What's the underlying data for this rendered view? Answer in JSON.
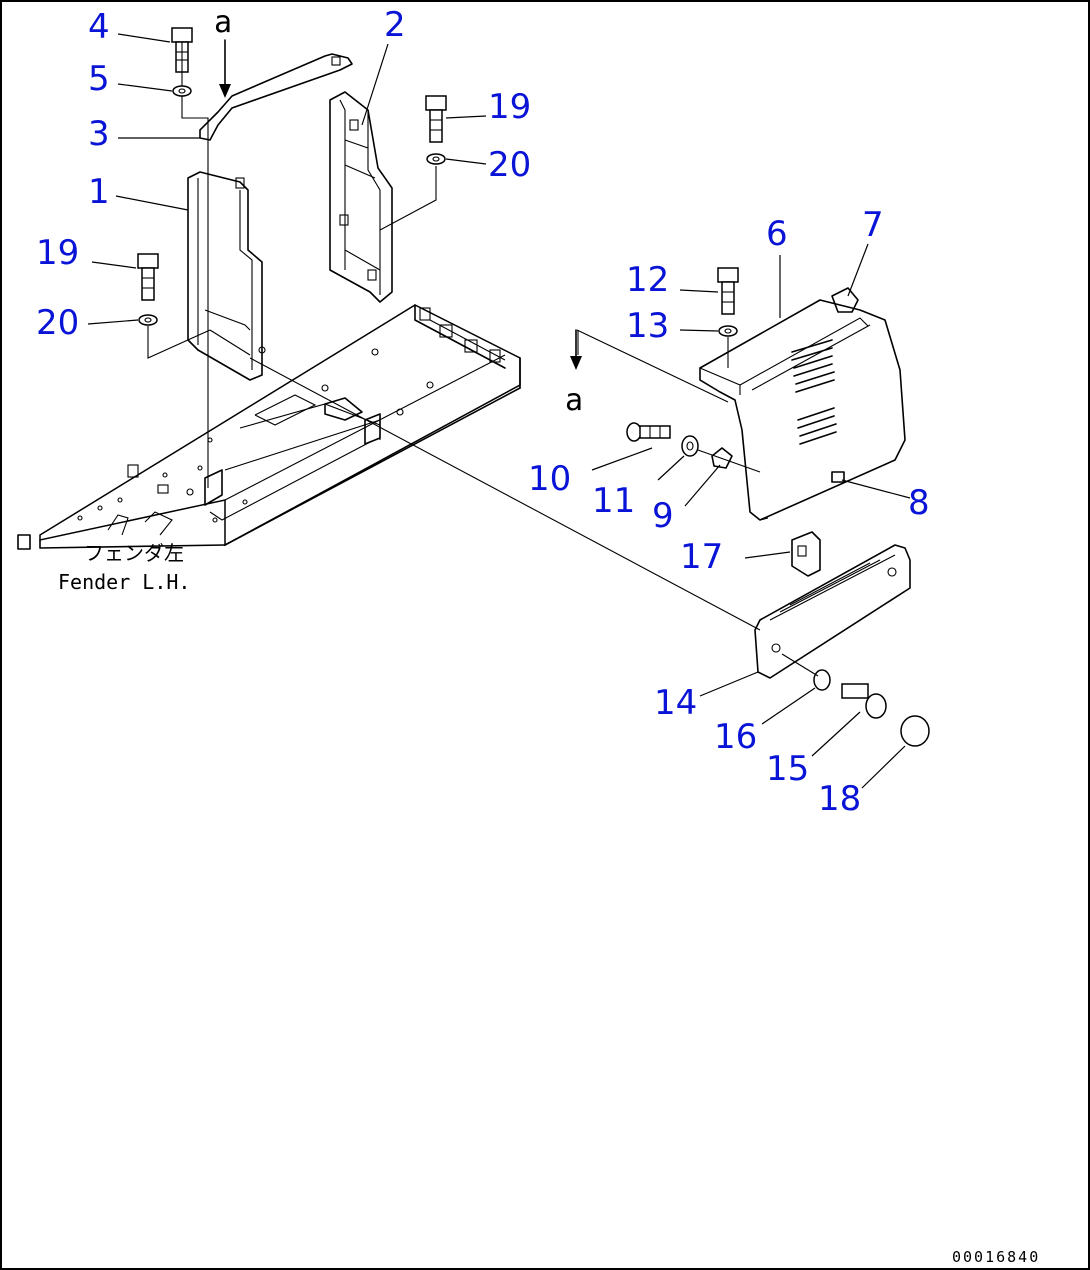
{
  "callouts": {
    "c1": "1",
    "c2": "2",
    "c3": "3",
    "c4": "4",
    "c5": "5",
    "c6": "6",
    "c7": "7",
    "c8": "8",
    "c9": "9",
    "c10": "10",
    "c11": "11",
    "c12": "12",
    "c13": "13",
    "c14": "14",
    "c15": "15",
    "c16": "16",
    "c17": "17",
    "c18": "18",
    "c19a": "19",
    "c19b": "19",
    "c20a": "20",
    "c20b": "20"
  },
  "view_marker": {
    "top": "a",
    "right": "a"
  },
  "fender_label": {
    "jp": "フェンダ左",
    "en": "Fender L.H."
  },
  "drawing_code": "00016840",
  "colors": {
    "callout": "#0a14d6",
    "line": "#000000",
    "background": "#ffffff"
  }
}
